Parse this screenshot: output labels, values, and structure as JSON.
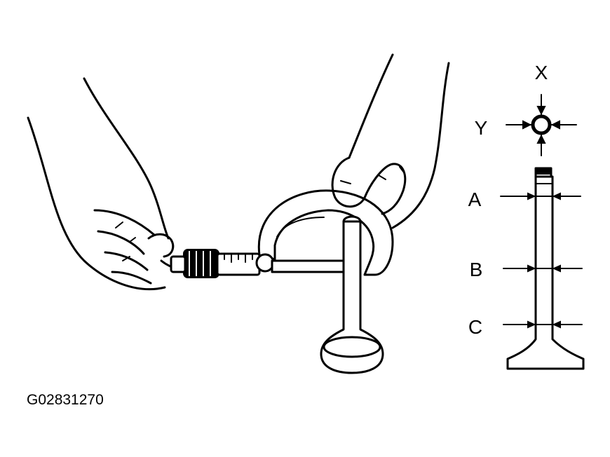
{
  "figure_code": "G02831270",
  "direction_labels": {
    "x": "X",
    "y": "Y"
  },
  "position_labels": [
    "A",
    "B",
    "C"
  ]
}
